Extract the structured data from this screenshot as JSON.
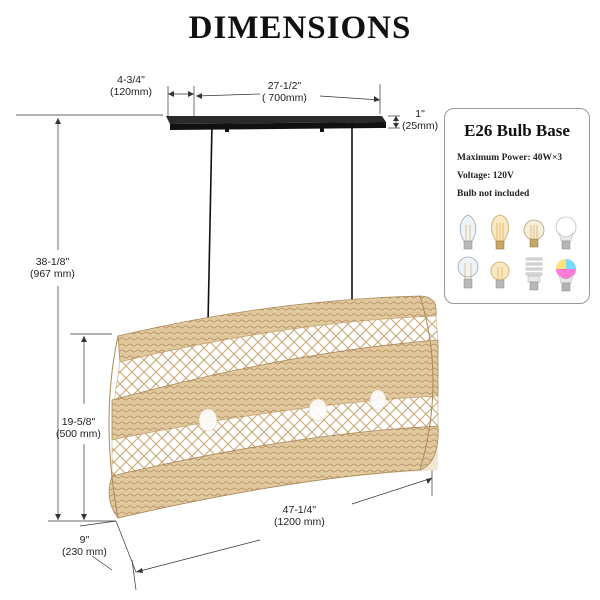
{
  "title": "DIMENSIONS",
  "dimensions": {
    "canopy_depth": {
      "imperial": "4-3/4\"",
      "metric": "(120mm)"
    },
    "canopy_length": {
      "imperial": "27-1/2\"",
      "metric": "( 700mm)"
    },
    "canopy_height": {
      "imperial": "1\"",
      "metric": "(25mm)"
    },
    "overall_height": {
      "imperial": "38-1/8\"",
      "metric": "(967 mm)"
    },
    "shade_height": {
      "imperial": "19-5/8\"",
      "metric": "(500 mm)"
    },
    "shade_length": {
      "imperial": "47-1/4\"",
      "metric": "(1200 mm)"
    },
    "shade_depth": {
      "imperial": "9\"",
      "metric": "(230 mm)"
    }
  },
  "bulb_info": {
    "title": "E26 Bulb Base",
    "max_power": "Maximum Power: 40W×3",
    "voltage": "Voltage: 120V",
    "note": "Bulb not included"
  },
  "bulb_icons": [
    "edison-st64-bulb-icon",
    "edison-teardrop-bulb-icon",
    "edison-globe-bulb-icon",
    "led-a19-bulb-icon",
    "edison-a19-bulb-icon",
    "edison-small-globe-bulb-icon",
    "spiral-cfl-bulb-icon",
    "rgb-smart-bulb-icon"
  ],
  "colors": {
    "rattan_light": "#e6cfa6",
    "rattan_mid": "#cfb07e",
    "rattan_dark": "#a9875a",
    "canopy": "#1c1c1c"
  }
}
